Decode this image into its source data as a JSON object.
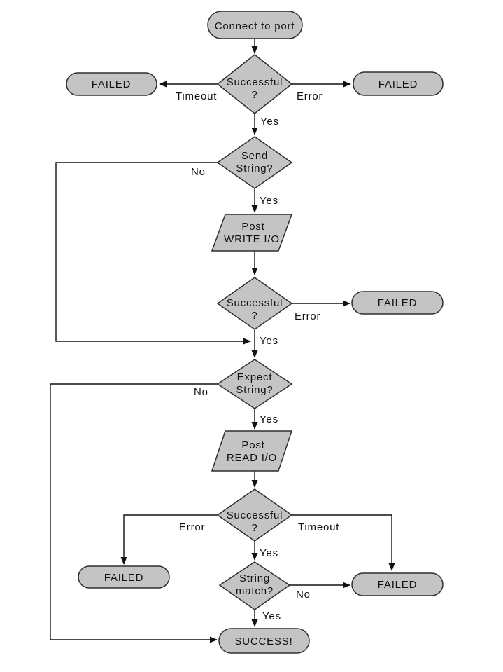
{
  "colors": {
    "node_fill": "#c4c4c4",
    "node_border": "#2e2e2e",
    "connector": "#111111",
    "text": "#111111",
    "background": "#ffffff"
  },
  "nodes": {
    "start": {
      "label": "Connect to port",
      "type": "terminator"
    },
    "decide_connect": {
      "line1": "Successful",
      "line2": "?",
      "type": "decision"
    },
    "failed_connect_timeout": {
      "label": "FAILED",
      "type": "terminator"
    },
    "failed_connect_error": {
      "label": "FAILED",
      "type": "terminator"
    },
    "decide_send": {
      "line1": "Send",
      "line2": "String?",
      "type": "decision"
    },
    "post_write": {
      "line1": "Post",
      "line2": "WRITE I/O",
      "type": "io"
    },
    "decide_write": {
      "line1": "Successful",
      "line2": "?",
      "type": "decision"
    },
    "failed_write_error": {
      "label": "FAILED",
      "type": "terminator"
    },
    "decide_expect": {
      "line1": "Expect",
      "line2": "String?",
      "type": "decision"
    },
    "post_read": {
      "line1": "Post",
      "line2": "READ I/O",
      "type": "io"
    },
    "decide_read": {
      "line1": "Successful",
      "line2": "?",
      "type": "decision"
    },
    "failed_read_error": {
      "label": "FAILED",
      "type": "terminator"
    },
    "failed_read_timeout": {
      "label": "FAILED",
      "type": "terminator"
    },
    "decide_match": {
      "line1": "String",
      "line2": "match?",
      "type": "decision"
    },
    "success": {
      "label": "SUCCESS!",
      "type": "terminator"
    }
  },
  "edge_labels": {
    "connect_timeout": "Timeout",
    "connect_error": "Error",
    "connect_yes": "Yes",
    "send_no": "No",
    "send_yes": "Yes",
    "write_error": "Error",
    "write_yes": "Yes",
    "expect_no": "No",
    "expect_yes": "Yes",
    "read_error": "Error",
    "read_timeout": "Timeout",
    "read_yes": "Yes",
    "match_no": "No",
    "match_yes": "Yes"
  }
}
